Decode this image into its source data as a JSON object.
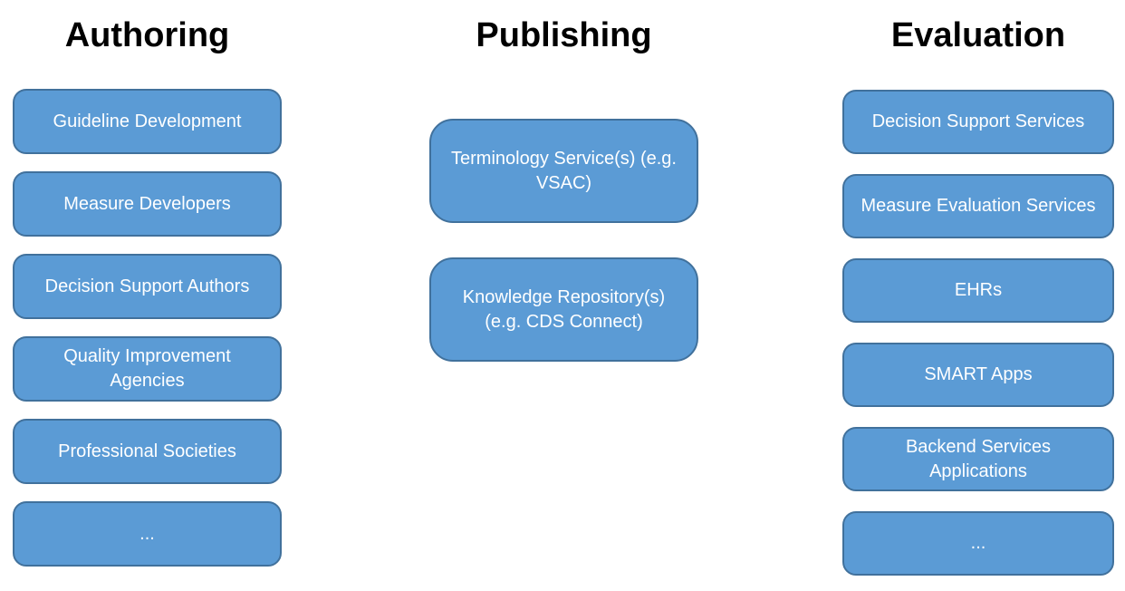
{
  "diagram": {
    "colors": {
      "background": "#ffffff",
      "box_fill": "#5b9bd5",
      "box_border": "#41719c",
      "box_text": "#ffffff",
      "heading_text": "#000000"
    },
    "columns": [
      {
        "title": "Authoring",
        "boxes": [
          {
            "label": "Guideline Development"
          },
          {
            "label": "Measure Developers"
          },
          {
            "label": "Decision Support Authors"
          },
          {
            "label": "Quality Improvement\nAgencies"
          },
          {
            "label": "Professional Societies"
          },
          {
            "label": "..."
          }
        ]
      },
      {
        "title": "Publishing",
        "boxes": [
          {
            "label": "Terminology Service(s) (e.g.\nVSAC)"
          },
          {
            "label": "Knowledge Repository(s)\n(e.g. CDS Connect)"
          }
        ]
      },
      {
        "title": "Evaluation",
        "boxes": [
          {
            "label": "Decision Support Services"
          },
          {
            "label": "Measure Evaluation Services"
          },
          {
            "label": "EHRs"
          },
          {
            "label": "SMART Apps"
          },
          {
            "label": "Backend Services\nApplications"
          },
          {
            "label": "..."
          }
        ]
      }
    ]
  }
}
